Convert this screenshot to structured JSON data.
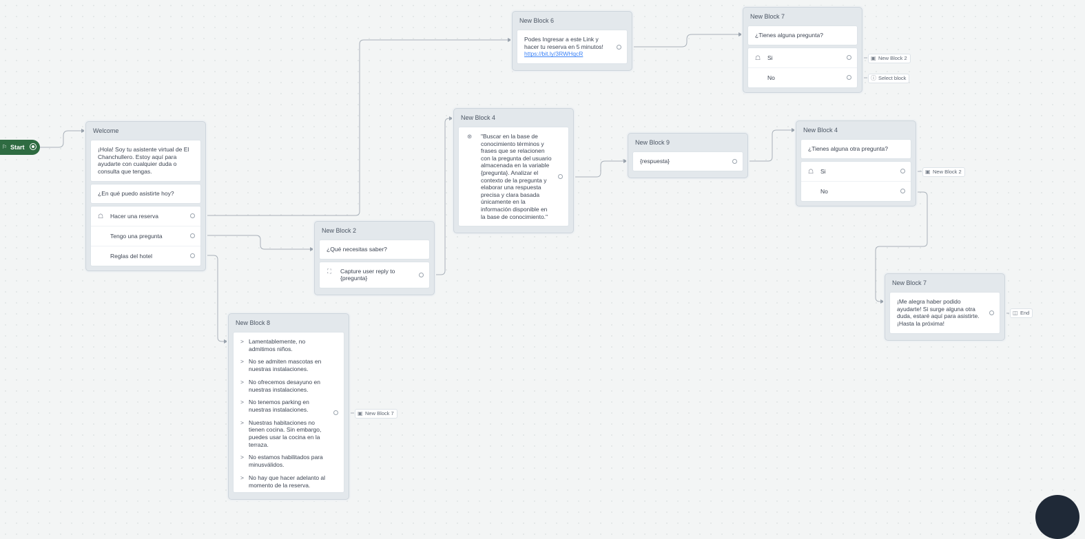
{
  "start": {
    "label": "Start"
  },
  "blocks": {
    "welcome": {
      "title": "Welcome",
      "msg1": "¡Hola! Soy tu asistente virtual de El Chanchullero. Estoy aquí para ayudarte con cualquier duda o consulta que tengas.",
      "msg2": "¿En qué puedo asistirte hoy?",
      "choices": [
        "Hacer una reserva",
        "Tengo una pregunta",
        "Reglas del hotel"
      ]
    },
    "b6": {
      "title": "New Block 6",
      "msg": "Podes Ingresar a este Link y hacer tu reserva en 5 minutos!",
      "link": "https://bit.ly/3RWHqcR"
    },
    "b7top": {
      "title": "New Block 7",
      "msg": "¿Tienes alguna pregunta?",
      "choices": [
        "Si",
        "No"
      ]
    },
    "b4a": {
      "title": "New Block 4",
      "msg": "\"Buscar en la base de conocimiento términos y frases que se relacionen con la pregunta del usuario almacenada en la variable {pregunta}. Analizar el contexto de la pregunta y elaborar una respuesta precisa y clara basada únicamente en la información disponible en la base de conocimiento.\""
    },
    "b9": {
      "title": "New Block 9",
      "msg": "{respuesta}"
    },
    "b4b": {
      "title": "New Block 4",
      "msg": "¿Tienes alguna otra pregunta?",
      "choices": [
        "Si",
        "No"
      ]
    },
    "b2": {
      "title": "New Block 2",
      "msg": "¿Qué necesitas saber?",
      "capture": "Capture user reply to {pregunta}"
    },
    "b7r": {
      "title": "New Block 7",
      "msg": "¡Me alegra haber podido ayudarte! Si surge alguna otra duda, estaré aquí para asistirte. ¡Hasta la próxima!"
    },
    "b8": {
      "title": "New Block 8",
      "rules": [
        "Lamentablemente, no admitimos niños.",
        "No se admiten mascotas en nuestras instalaciones.",
        "No ofrecemos desayuno en nuestras instalaciones.",
        "No tenemos parking en nuestras instalaciones.",
        "Nuestras habitaciones no tienen cocina. Sin embargo, puedes usar la cocina en la terraza.",
        "No estamos habilitados para minusválidos.",
        "No hay que hacer adelanto al momento de la reserva."
      ]
    }
  },
  "tags": {
    "t7_si": "New Block 2",
    "t7_no": "Select block",
    "t4_si": "New Block 2",
    "t8": "New Block 7",
    "end": "End"
  },
  "colors": {
    "start": "#2e6b41",
    "edge": "#9aa3ad",
    "link": "#3b82f6"
  }
}
